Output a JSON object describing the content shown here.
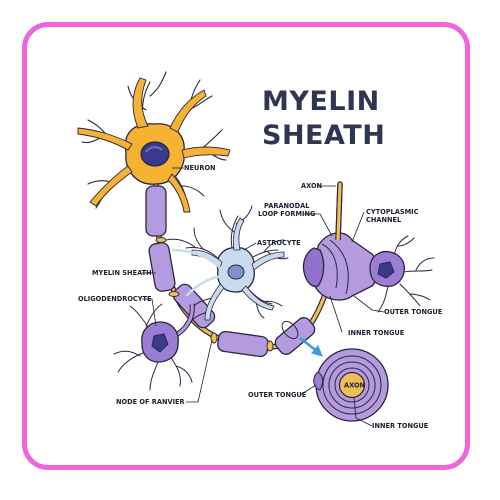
{
  "title": {
    "line1": "MYELIN",
    "line2": "SHEATH"
  },
  "labels": {
    "neuron": "NEURON",
    "axon_top": "AXON",
    "paranodal_line1": "PARANODAL",
    "paranodal_line2": "LOOP FORMING",
    "cytoplasmic_line1": "CYTOPLASMIC",
    "cytoplasmic_line2": "CHANNEL",
    "astrocyte": "ASTROCYTE",
    "myelin_sheath": "MYELIN SHEATH",
    "oligodendrocyte": "OLIGODENDROCYTE",
    "outer_tongue_right": "OUTER TONGUE",
    "inner_tongue_right": "INNER TONGUE",
    "node_of_ranvier": "NODE OF RANVIER",
    "outer_tongue_bottom": "OUTER TONGUE",
    "axon_core": "AXON",
    "inner_tongue_bottom": "INNER TONGUE"
  },
  "colors": {
    "frame": "#ee66dd",
    "title": "#2f3553",
    "neuron": "#f6b233",
    "myelin": "#b49be0",
    "astrocyte": "#c9dcef",
    "axon": "#f0be56",
    "nucleus": "#3a3a8c",
    "arrow": "#3d9bd6"
  }
}
